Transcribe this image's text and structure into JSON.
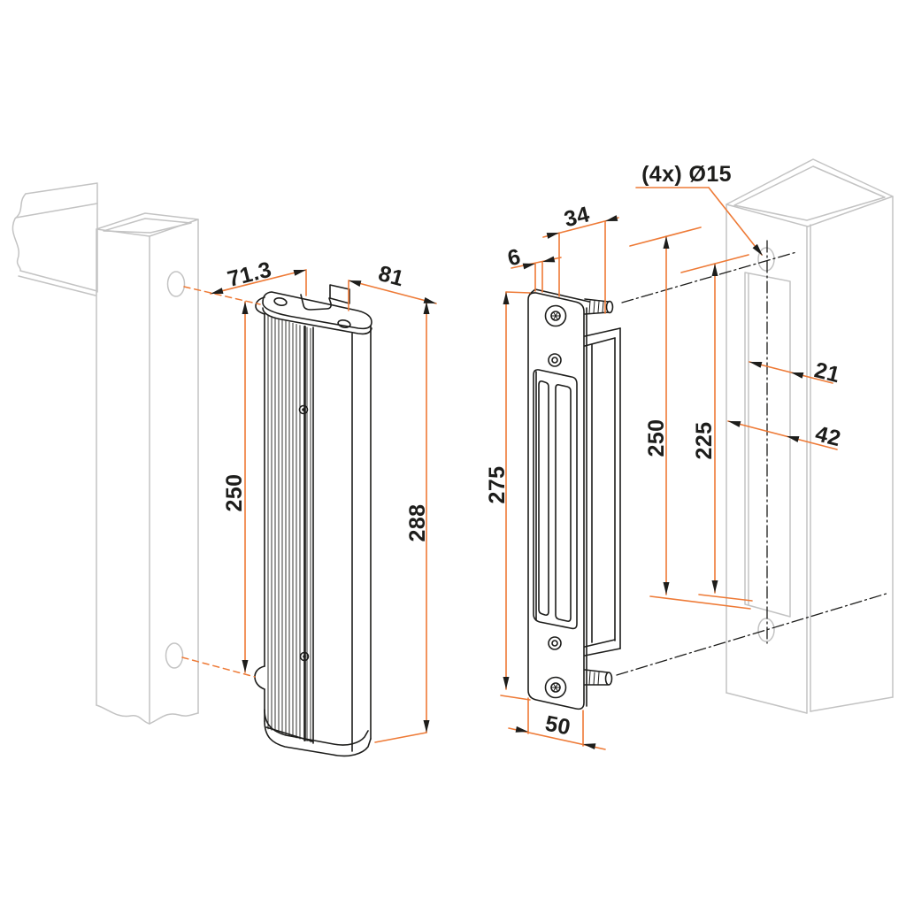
{
  "drawing": {
    "product_views": {
      "magnet": {
        "width": "71.3",
        "depth": "81",
        "fixing_distance": "250",
        "height": "288"
      },
      "keeper": {
        "pin_length": "34",
        "plate_offset": "6",
        "height": "275",
        "fixing_distance": "250",
        "pin_distance": "225",
        "width": "50"
      },
      "post": {
        "drill_note": "(4x) Ø15",
        "hole_offset": "21",
        "slot_offset": "42"
      }
    },
    "colors": {
      "dimension_accent": "#EE7A36",
      "line": "#1D1D1B",
      "environment": "#C3C3C3"
    }
  }
}
